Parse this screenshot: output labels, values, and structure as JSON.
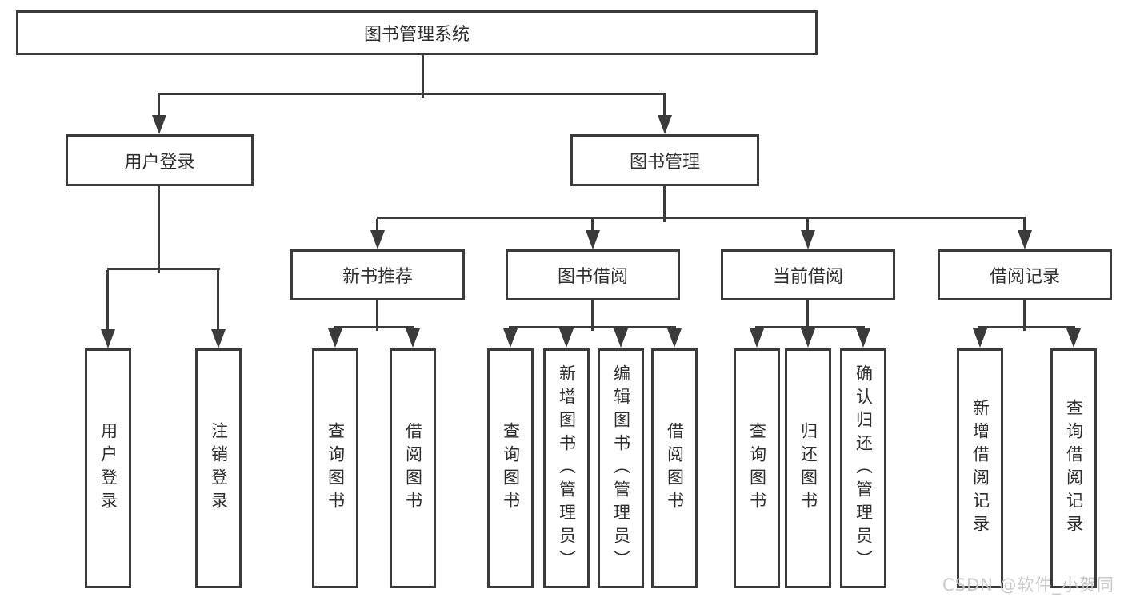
{
  "diagram_type": "hierarchy-tree",
  "colors": {
    "background": "#ffffff",
    "line": "#3b3b3b",
    "box_border": "#3b3b3b",
    "box_fill": "#ffffff",
    "text": "#2e2e2e",
    "watermark": "#c6c6c6"
  },
  "tree": {
    "root": {
      "label": "图书管理系统"
    },
    "branches": [
      {
        "label": "用户登录",
        "children": [
          {
            "label": "用户登录"
          },
          {
            "label": "注销登录"
          }
        ]
      },
      {
        "label": "图书管理",
        "children": [
          {
            "label": "新书推荐",
            "children": [
              {
                "label": "查询图书"
              },
              {
                "label": "借阅图书"
              }
            ]
          },
          {
            "label": "图书借阅",
            "children": [
              {
                "label": "查询图书"
              },
              {
                "label": "新增图书（管理员）"
              },
              {
                "label": "编辑图书（管理员）"
              },
              {
                "label": "借阅图书"
              }
            ]
          },
          {
            "label": "当前借阅",
            "children": [
              {
                "label": "查询图书"
              },
              {
                "label": "归还图书"
              },
              {
                "label": "确认归还（管理员）"
              }
            ]
          },
          {
            "label": "借阅记录",
            "children": [
              {
                "label": "新增借阅记录"
              },
              {
                "label": "查询借阅记录"
              }
            ]
          }
        ]
      }
    ]
  },
  "watermark": {
    "text": "CSDN @软件_小贺同学"
  }
}
